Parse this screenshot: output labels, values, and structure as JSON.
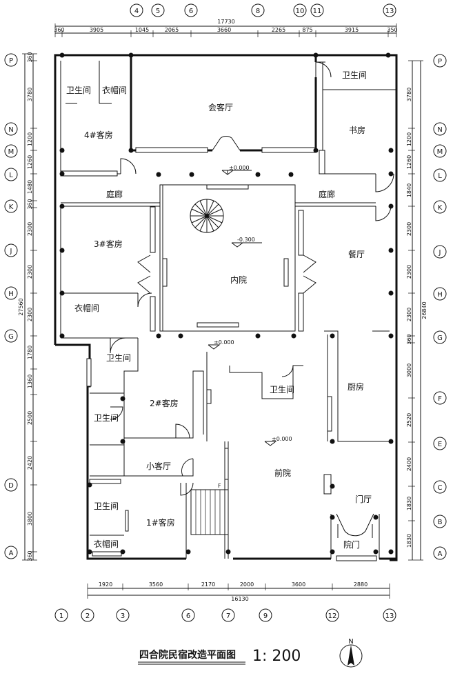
{
  "title": "四合院民宿改造平面图",
  "scale": "1: 200",
  "north": "N",
  "top_dims": {
    "total": "17730",
    "segments": [
      "360",
      "3905",
      "1045",
      "2065",
      "3660",
      "2265",
      "875",
      "3915",
      "350"
    ]
  },
  "bottom_dims": {
    "total": "16130",
    "segments": [
      "1920",
      "3560",
      "2170",
      "2000",
      "3600",
      "2880"
    ]
  },
  "left_dims": {
    "total": "27560",
    "segments": [
      "360",
      "3780",
      "1200",
      "1260",
      "1480",
      "360",
      "2300",
      "2300",
      "2300",
      "1780",
      "1360",
      "2500",
      "2420",
      "3800",
      "360"
    ]
  },
  "right_dims": {
    "total": "26840",
    "segments": [
      "3780",
      "1200",
      "1260",
      "1840",
      "2300",
      "2300",
      "2300",
      "360",
      "3000",
      "2520",
      "2400",
      "1830",
      "1830"
    ]
  },
  "top_axes": [
    "4",
    "5",
    "6",
    "8",
    "10",
    "11",
    "13"
  ],
  "bottom_axes": [
    "1",
    "2",
    "3",
    "6",
    "7",
    "9",
    "12",
    "13"
  ],
  "left_axes": [
    "P",
    "N",
    "M",
    "L",
    "K",
    "J",
    "H",
    "G",
    "D",
    "A"
  ],
  "right_axes": [
    "P",
    "N",
    "M",
    "L",
    "K",
    "J",
    "H",
    "G",
    "F",
    "E",
    "C",
    "B",
    "A"
  ],
  "rooms": {
    "bathroom_nw": "卫生间",
    "cloakroom_nw": "衣帽间",
    "guest_room_4": "4#客房",
    "meeting_hall": "会客厅",
    "bathroom_ne": "卫生间",
    "study": "书房",
    "corridor_w": "庭廊",
    "corridor_e": "庭廊",
    "guest_room_3": "3#客房",
    "inner_yard": "内院",
    "dining": "餐厅",
    "cloakroom_w": "衣帽间",
    "bathroom_w": "卫生间",
    "bathroom_c": "卫生间",
    "kitchen": "厨房",
    "guest_room_2": "2#客房",
    "bathroom_sw": "卫生间",
    "front_yard": "前院",
    "small_lounge": "小客厅",
    "foyer": "门厅",
    "bathroom_s": "卫生间",
    "guest_room_1": "1#客房",
    "cloakroom_s": "衣帽间",
    "gate": "院门"
  },
  "levels": {
    "upper_floor": "±0.000",
    "yard": "-0.300",
    "middle": "±0.000",
    "front": "±0.000"
  },
  "stair_label": "F"
}
